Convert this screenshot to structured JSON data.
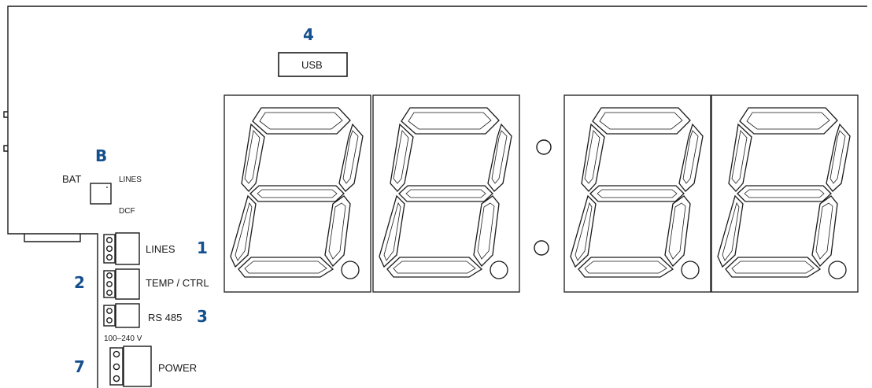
{
  "colors": {
    "line": "#1a1a1a",
    "accent": "#15508e"
  },
  "display": {
    "digit_count": 4,
    "colon_dots": 2,
    "decimal_points": 4
  },
  "callouts": {
    "n1": "1",
    "n2": "2",
    "n3": "3",
    "n4": "4",
    "n7": "7",
    "nB": "B"
  },
  "labels": {
    "usb": "USB",
    "bat": "BAT",
    "jumper_lines": "LINES",
    "jumper_dcf": "DCF",
    "lines": "LINES",
    "temp_ctrl": "TEMP / CTRL",
    "rs485": "RS 485",
    "voltage": "100–240 V",
    "power": "POWER"
  }
}
